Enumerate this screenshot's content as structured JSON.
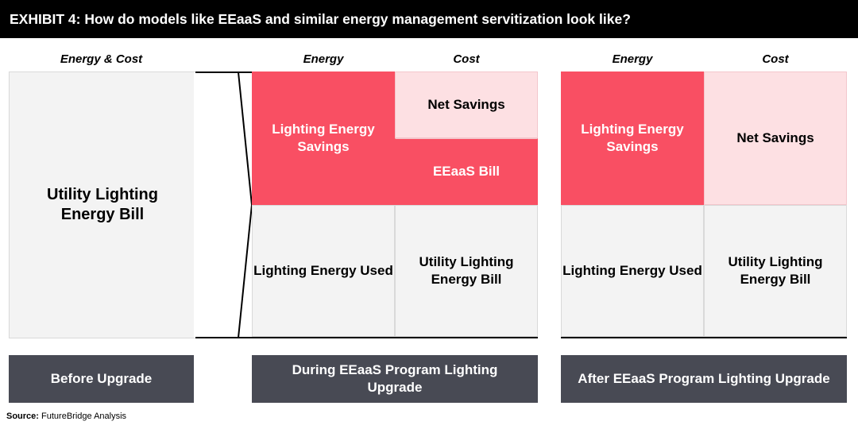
{
  "header": {
    "title": "EXHIBIT 4: How do models like EEaaS and similar energy management servitization look like?"
  },
  "column_headers": {
    "before": "Energy & Cost",
    "during_energy": "Energy",
    "during_cost": "Cost",
    "after_energy": "Energy",
    "after_cost": "Cost"
  },
  "before": {
    "bill": "Utility Lighting Energy Bill"
  },
  "during": {
    "energy_savings": "Lighting Energy Savings",
    "energy_used": "Lighting Energy Used",
    "net_savings": "Net Savings",
    "eeaas_bill": "EEaaS Bill",
    "utility_bill": "Utility Lighting Energy Bill"
  },
  "after": {
    "energy_savings": "Lighting Energy Savings",
    "energy_used": "Lighting Energy Used",
    "net_savings": "Net Savings",
    "utility_bill": "Utility Lighting Energy Bill"
  },
  "footer": {
    "before": "Before Upgrade",
    "during": "During EEaaS Program Lighting Upgrade",
    "after": "After EEaaS Program Lighting Upgrade"
  },
  "source": {
    "label": "Source:",
    "text": "FutureBridge Analysis"
  },
  "colors": {
    "header_bg": "#000000",
    "red": "#f94f63",
    "pink": "#fde0e3",
    "grey": "#f3f3f3",
    "footer_bg": "#484a54"
  }
}
